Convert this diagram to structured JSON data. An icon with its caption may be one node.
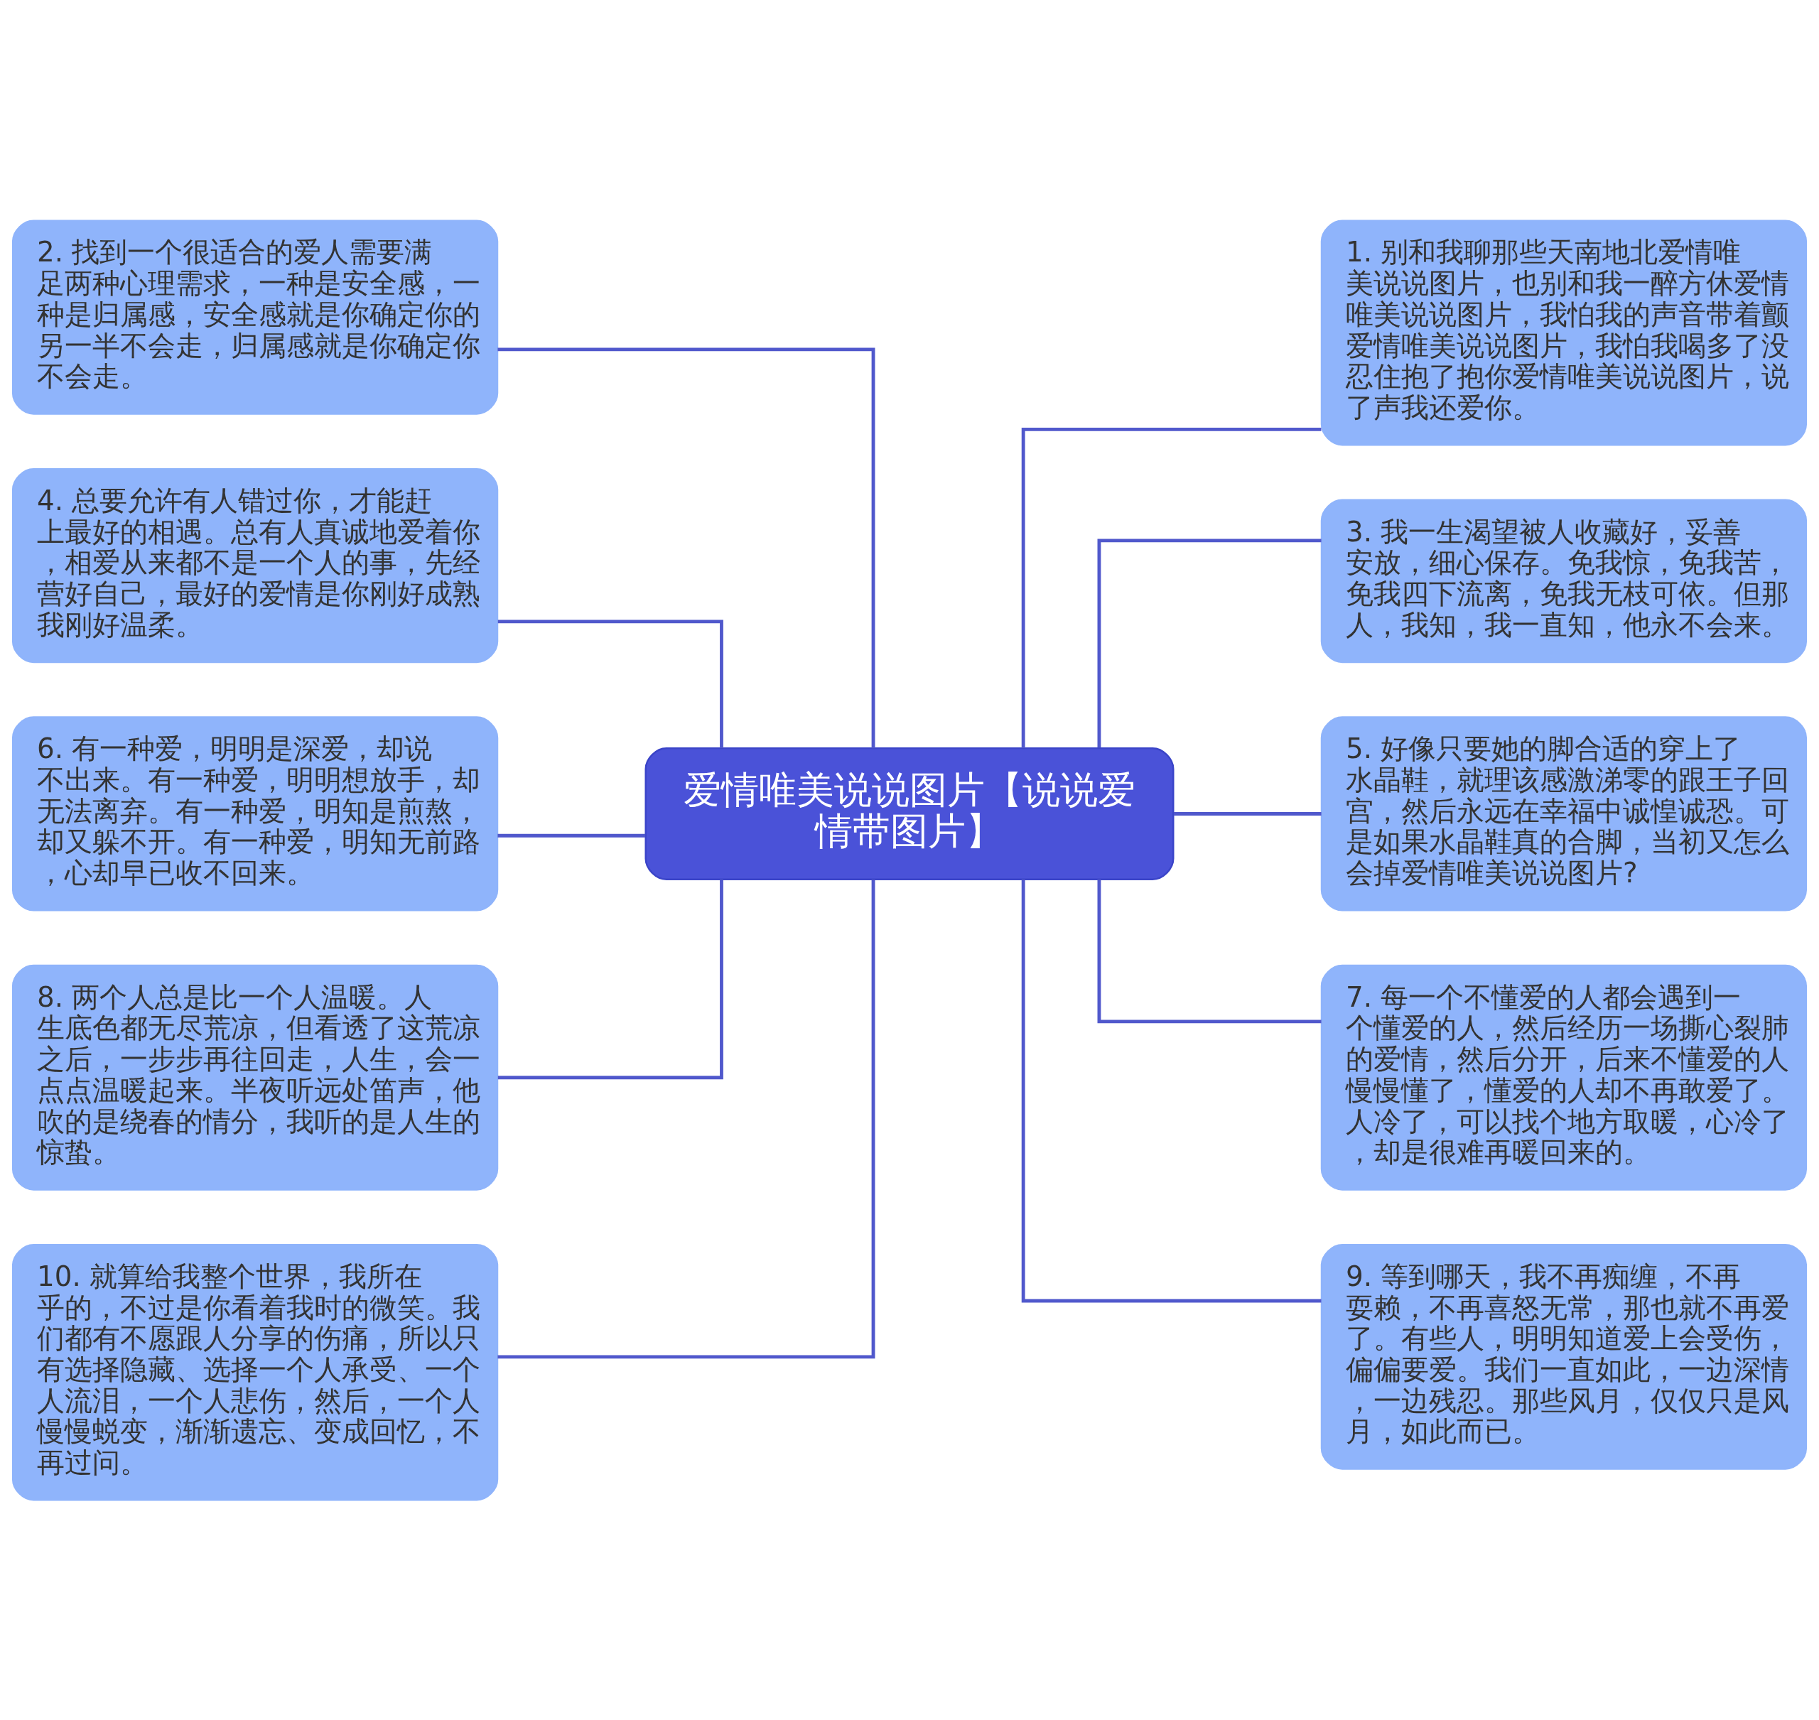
{
  "diagram": {
    "nodes": [
      {
        "text": [
          "爱情唯美说说图片【说说爱情带图片】"
        ]
      },
      {
        "text": [
          "1. 别和我聊那些天南地北爱情唯美说说图片，也别和我一醉方休爱情唯美说说图片，我怕我的声音带着颤爱情唯美说说图片，我怕我喝多了没忍住抱了抱你爱情唯美说说图片，说了声我还爱你。"
        ]
      },
      {
        "text": [
          "2. 找到一个很适合的爱人需要满足两种心理需求，一种是安全感，一种是归属感，安全感就是你确定你的另一半不会走，归属感就是你确定你不会走。"
        ]
      },
      {
        "text": [
          "3. 我一生渴望被人收藏好，妥善安放，细心保存。免我惊，免我苦，免我四下流离，免我无枝可依。但那人，我知，我一直知，他永不会来。"
        ]
      },
      {
        "text": [
          "4. 总要允许有人错过你，才能赶上最好的相遇。总有人真诚地爱着你，相爱从来都不是一个人的事，先经营好自己，最好的爱情是你刚好成熟我刚好温柔。"
        ]
      },
      {
        "text": [
          "5. 好像只要她的脚合适的穿上了水晶鞋，就理该感激涕零的跟王子回宫，然后永远在幸福中诚惶诚恐。可是如果水晶鞋真的合脚，当初又怎么会掉爱情唯美说说图片?"
        ]
      },
      {
        "text": [
          "6. 有一种爱，明明是深爱，却说不出来。有一种爱，明明想放手，却无法离弃。有一种爱，明知是煎熬，却又躲不开。有一种爱，明知无前路，心却早已收不回来。"
        ]
      },
      {
        "text": [
          "7. 每一个不懂爱的人都会遇到一个懂爱的人，然后经历一场撕心裂肺的爱情，然后分开，后来不懂爱的人慢慢懂了，懂爱的人却不再敢爱了。人冷了，可以找个地方取暖，心冷了，却是很难再暖回来的。"
        ]
      },
      {
        "text": [
          "8. 两个人总是比一个人温暖。人生底色都无尽荒凉，但看透了这荒凉之后，一步步再往回走，人生，会一点点温暖起来。半夜听远处笛声，他吹的是绕春的情分，我听的是人生的惊蛰。"
        ]
      },
      {
        "text": [
          "9. 等到哪天，我不再痴缠，不再耍赖，不再喜怒无常，那也就不再爱了。有些人，明明知道爱上会受伤，偏偏要爱。我们一直如此，一边深情，一边残忍。那些风月，仅仅只是风月，如此而已。"
        ]
      },
      {
        "text": [
          "10. 就算给我整个世界，我所在乎的，不过是你看着我时的微笑。我们都有不愿跟人分享的伤痛，所以只有选择隐藏、选择一个人承受、一个人流泪，一个人悲伤，然后，一个人慢慢蜕变，渐渐遗忘、变成回忆，不再过问。"
        ]
      }
    ],
    "edges": [
      {
        "from": 0,
        "to": 1,
        "arrow": "none"
      },
      {
        "from": 0,
        "to": 2,
        "arrow": "none"
      },
      {
        "from": 0,
        "to": 3,
        "arrow": "none"
      },
      {
        "from": 0,
        "to": 4,
        "arrow": "none"
      },
      {
        "from": 0,
        "to": 5,
        "arrow": "none"
      },
      {
        "from": 0,
        "to": 6,
        "arrow": "none"
      },
      {
        "from": 0,
        "to": 7,
        "arrow": "none"
      },
      {
        "from": 0,
        "to": 8,
        "arrow": "none"
      },
      {
        "from": 0,
        "to": 9,
        "arrow": "none"
      },
      {
        "from": 0,
        "to": 10,
        "arrow": "none"
      }
    ]
  }
}
